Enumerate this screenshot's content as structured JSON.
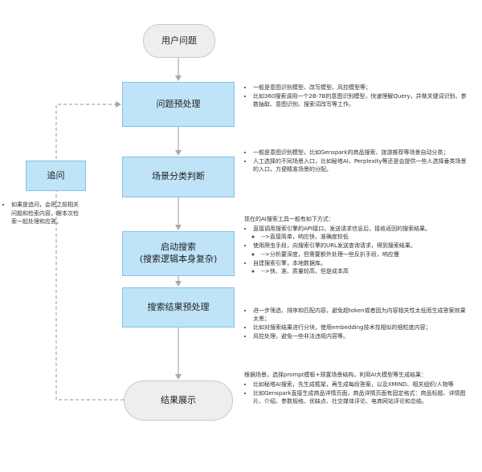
{
  "nodes": {
    "user_question": "用户问题",
    "preprocess": "问题预处理",
    "scene": "场景分类判断",
    "search_line1": "启动搜索",
    "search_line2": "(搜索逻辑本身复杂)",
    "postprocess": "搜索结果预处理",
    "display": "结果展示",
    "followup": "追问"
  },
  "followup_note": "如果是追问，会把之前相关问题和检索内容，跟本次检索一起处理和应答。",
  "notes": {
    "preprocess": [
      "一般是意图识别模型、改写模型、风控模型等；",
      "比如360搜索调用一个2B-7B的意图识别模型，快速理解Query，并做关键词识别、参数抽取、意图识别、搜索词改写等工作。"
    ],
    "scene": [
      "一般是意图识别模型，比如Genspark的商品搜索、旅游推荐等场景自动分类；",
      "人工选择的不同场景入口，比如秘塔AI、Perplexity等还是会提供一些人选择垂类场景的入口，方便精准场景的分配。"
    ],
    "search": {
      "intro": "现在的AI搜索工具一般有如下方式：",
      "items": [
        {
          "text": "直接调用搜索引擎的API接口，发送请求信息后，接收返回的搜索结果。",
          "sub": "-->直接简单，响应快，准确度较低"
        },
        {
          "text": "使用爬虫手段，向搜索引擎的URL发送查询请求，得到搜索结果。",
          "sub": "-->分析要深度，但需要额外处理一些反扒手段，响应慢"
        },
        {
          "text": "自建搜索引擎，本地数据库。",
          "sub": "-->快、准、质量较高，但是成本高"
        }
      ]
    },
    "postprocess": [
      "进一步筛选、排序和匹配内容，避免超token或者因为内容相关性太低而生成答案效果太差；",
      "比如对搜索结果进行分块，使用embedding技术找相似的细粒度内容；",
      "风控处理，避免一些非法违规内容等。"
    ],
    "display": {
      "intro": "根据场景，选择prompt模板+预置场景结构，利用AI大模型等生成结果：",
      "items": [
        "比如秘塔AI搜索，先生成框架，再生成每段答案，以及XMIND、相关组织/人物等",
        "比如Genspark直接生成商品详情页面，商品详情页面有固定格式：商品标题、详情图片、介绍、参数规格、优缺点、社交媒体评论、电商网站评论和总结。"
      ]
    }
  },
  "colors": {
    "terminal_fill": "#eeeeee",
    "process_fill": "#bfe3f7",
    "arrow": "#a9a9a9"
  }
}
